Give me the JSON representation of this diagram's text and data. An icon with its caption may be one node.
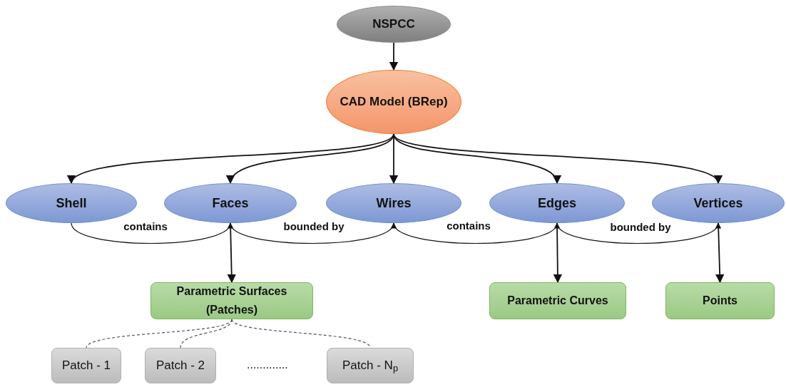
{
  "diagram": {
    "nodes": [
      {
        "text": [
          "NSPCC"
        ]
      },
      {
        "text": [
          "CAD Model (BRep)"
        ]
      },
      {
        "text": [
          "Shell"
        ]
      },
      {
        "text": [
          "Faces"
        ]
      },
      {
        "text": [
          "Wires"
        ]
      },
      {
        "text": [
          "Edges"
        ]
      },
      {
        "text": [
          "Vertices"
        ]
      },
      {
        "text": [
          "Parametric Surfaces (Patches)"
        ]
      },
      {
        "text": [
          "Parametric Curves"
        ]
      },
      {
        "text": [
          "Points"
        ]
      },
      {
        "text": [
          "Patch - 1"
        ]
      },
      {
        "text": [
          "Patch - 2"
        ]
      },
      {
        "text": [
          "Patch - N$_{p}$"
        ]
      }
    ],
    "edges": [
      {
        "from": 0,
        "to": 1,
        "arrow": "to"
      },
      {
        "from": 1,
        "to": 2,
        "arrow": "to"
      },
      {
        "from": 1,
        "to": 3,
        "arrow": "to"
      },
      {
        "from": 1,
        "to": 4,
        "arrow": "to"
      },
      {
        "from": 1,
        "to": 5,
        "arrow": "to"
      },
      {
        "from": 1,
        "to": 6,
        "arrow": "to"
      },
      {
        "from": 2,
        "to": 3,
        "arrow": "to",
        "label": "contains"
      },
      {
        "from": 3,
        "to": 4,
        "arrow": "to",
        "label": "bounded by"
      },
      {
        "from": 4,
        "to": 5,
        "arrow": "to",
        "label": "contains"
      },
      {
        "from": 5,
        "to": 6,
        "arrow": "to",
        "label": "bounded by"
      },
      {
        "from": 3,
        "to": 7,
        "arrow": "to"
      },
      {
        "from": 5,
        "to": 8,
        "arrow": "to"
      },
      {
        "from": 6,
        "to": 9,
        "arrow": "to"
      },
      {
        "from": 7,
        "to": 10,
        "arrow": "none",
        "style": "dashed"
      },
      {
        "from": 7,
        "to": 11,
        "arrow": "none",
        "style": "dashed"
      },
      {
        "from": 7,
        "to": 12,
        "arrow": "none",
        "style": "dashed"
      }
    ],
    "labels": [
      "............."
    ]
  }
}
